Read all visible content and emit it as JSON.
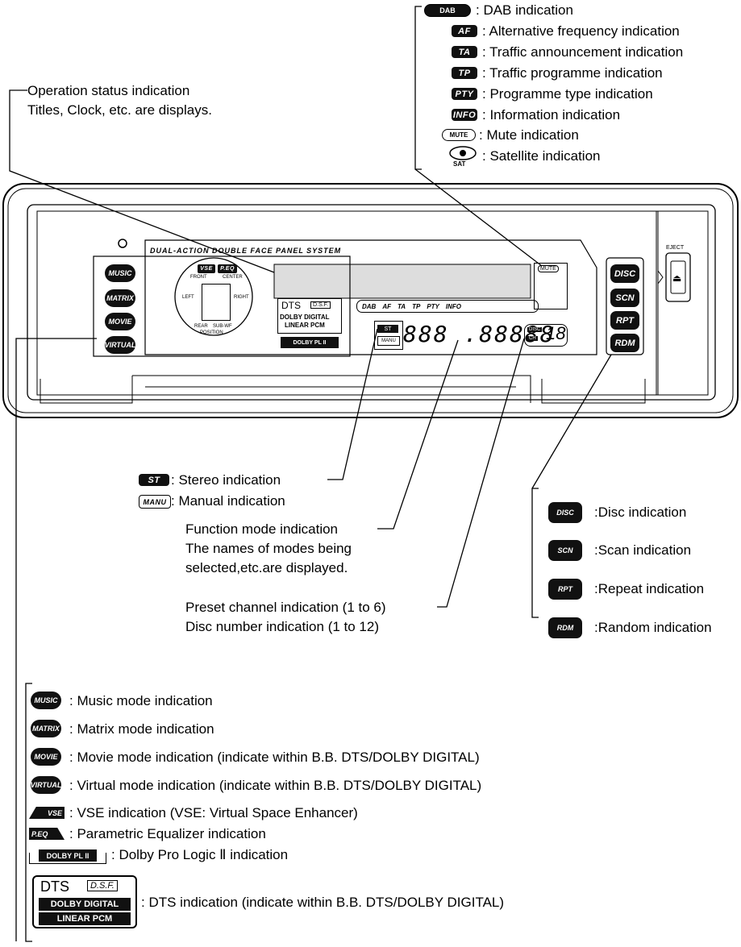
{
  "top_legend": [
    {
      "icon": "DAB",
      "text": ": DAB indication"
    },
    {
      "icon": "AF",
      "text": ": Alternative frequency indication"
    },
    {
      "icon": "TA",
      "text": ": Traffic announcement indication"
    },
    {
      "icon": "TP",
      "text": ": Traffic programme indication"
    },
    {
      "icon": "PTY",
      "text": ": Programme type indication"
    },
    {
      "icon": "INFO",
      "text": ": Information indication"
    },
    {
      "icon": "MUTE",
      "text": ": Mute indication"
    },
    {
      "icon": "SAT",
      "text": ": Satellite indication"
    }
  ],
  "operation_status": {
    "line1": "Operation status indication",
    "line2": "Titles, Clock, etc. are displays."
  },
  "panel": {
    "header": "DUAL-ACTION DOUBLE FACE PANEL SYSTEM",
    "eject": "EJECT",
    "left_buttons": [
      "MUSIC",
      "MATRIX",
      "MOVIE",
      "VIRTUAL"
    ],
    "right_buttons": [
      "DISC",
      "SCN",
      "RPT",
      "RDM"
    ],
    "vse": "VSE",
    "peq": "P.EQ",
    "front": "FRONT",
    "center": "CENTER",
    "left": "LEFT",
    "right": "RIGHT",
    "rear": "REAR",
    "subwf": "SUB-WF",
    "position": "POSITION",
    "dts": "DTS",
    "dsf": "D.S.F.",
    "dolby_digital": "DOLBY DIGITAL",
    "linear_pcm": "LINEAR PCM",
    "dolby_pl": "DOLBY PL II",
    "rds_row": [
      "DAB",
      "AF",
      "TA",
      "TP",
      "PTY",
      "INFO"
    ],
    "mute": "MUTE",
    "st": "ST",
    "manu": "MANU",
    "disc_label": "DISC",
    "ch_label": "CH",
    "segment_display": "888 .88888",
    "ch_number": "18",
    "sat": "SAT"
  },
  "stereo": {
    "icon": "ST",
    "text": ": Stereo indication"
  },
  "manual": {
    "icon": "MANU",
    "text": ": Manual indication"
  },
  "function_mode": {
    "line1": "Function mode indication",
    "line2": "The names of modes being",
    "line3": "selected,etc.are displayed."
  },
  "preset": {
    "line1": "Preset channel indication (1 to 6)",
    "line2": "Disc number indication (1 to 12)"
  },
  "right_legend": [
    {
      "icon": "DISC",
      "text": ":Disc indication"
    },
    {
      "icon": "SCN",
      "text": ":Scan indication"
    },
    {
      "icon": "RPT",
      "text": ":Repeat indication"
    },
    {
      "icon": "RDM",
      "text": ":Random indication"
    }
  ],
  "bottom_legend": [
    {
      "icon": "MUSIC",
      "text": ": Music mode indication"
    },
    {
      "icon": "MATRIX",
      "text": ": Matrix mode indication"
    },
    {
      "icon": "MOVIE",
      "text": ": Movie mode indication (indicate within B.B. DTS/DOLBY DIGITAL)"
    },
    {
      "icon": "VIRTUAL",
      "text": ": Virtual mode indication (indicate within B.B. DTS/DOLBY DIGITAL)"
    },
    {
      "icon": "VSE",
      "text": ": VSE indication (VSE: Virtual Space Enhancer)"
    },
    {
      "icon": "P.EQ",
      "text": ": Parametric Equalizer indication"
    },
    {
      "icon": "DOLBY PL II",
      "text": ": Dolby Pro Logic Ⅱ indication"
    },
    {
      "icon": "DTS",
      "text": ": DTS indication (indicate within B.B. DTS/DOLBY DIGITAL)"
    }
  ]
}
